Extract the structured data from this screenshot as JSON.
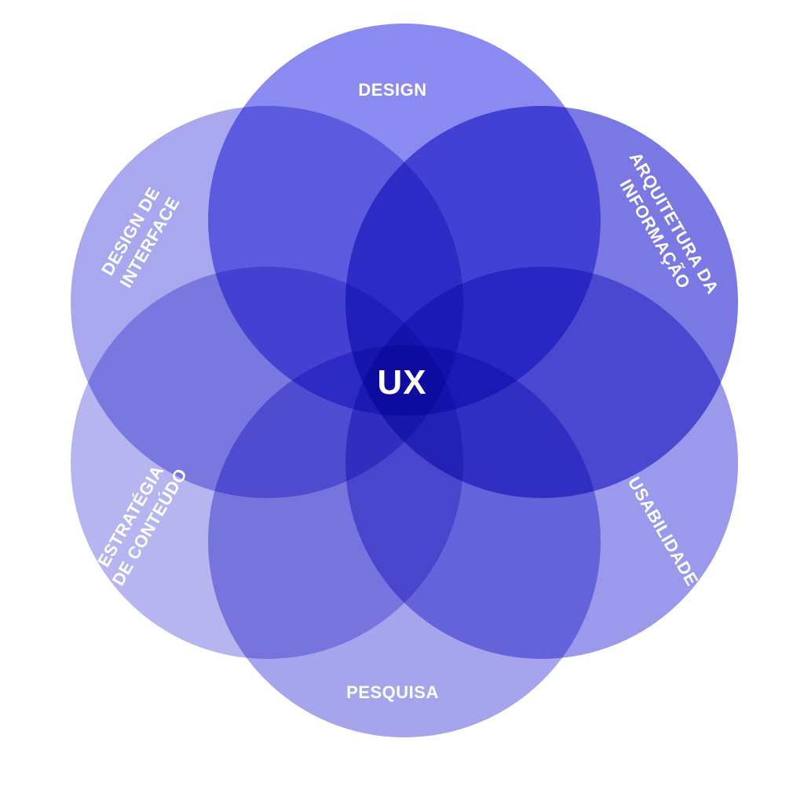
{
  "diagram": {
    "center": "UX",
    "circles": [
      {
        "id": "design",
        "lines": [
          "DESIGN"
        ],
        "color": "#8B8AF0"
      },
      {
        "id": "arquitetura",
        "lines": [
          "ARQUITETURA DA",
          "INFORMAÇÃO"
        ],
        "color": "#7A78E2"
      },
      {
        "id": "usabilidade",
        "lines": [
          "USABILIDADE"
        ],
        "color": "#9B99EC"
      },
      {
        "id": "pesquisa",
        "lines": [
          "PESQUISA"
        ],
        "color": "#A6A4EC"
      },
      {
        "id": "estrategia",
        "lines": [
          "ESTRATÉGIA",
          "DE CONTEÚDO"
        ],
        "color": "#B7B5F0"
      },
      {
        "id": "interface",
        "lines": [
          "DESIGN DE",
          "INTERFACE"
        ],
        "color": "#A9A7EE"
      }
    ]
  }
}
